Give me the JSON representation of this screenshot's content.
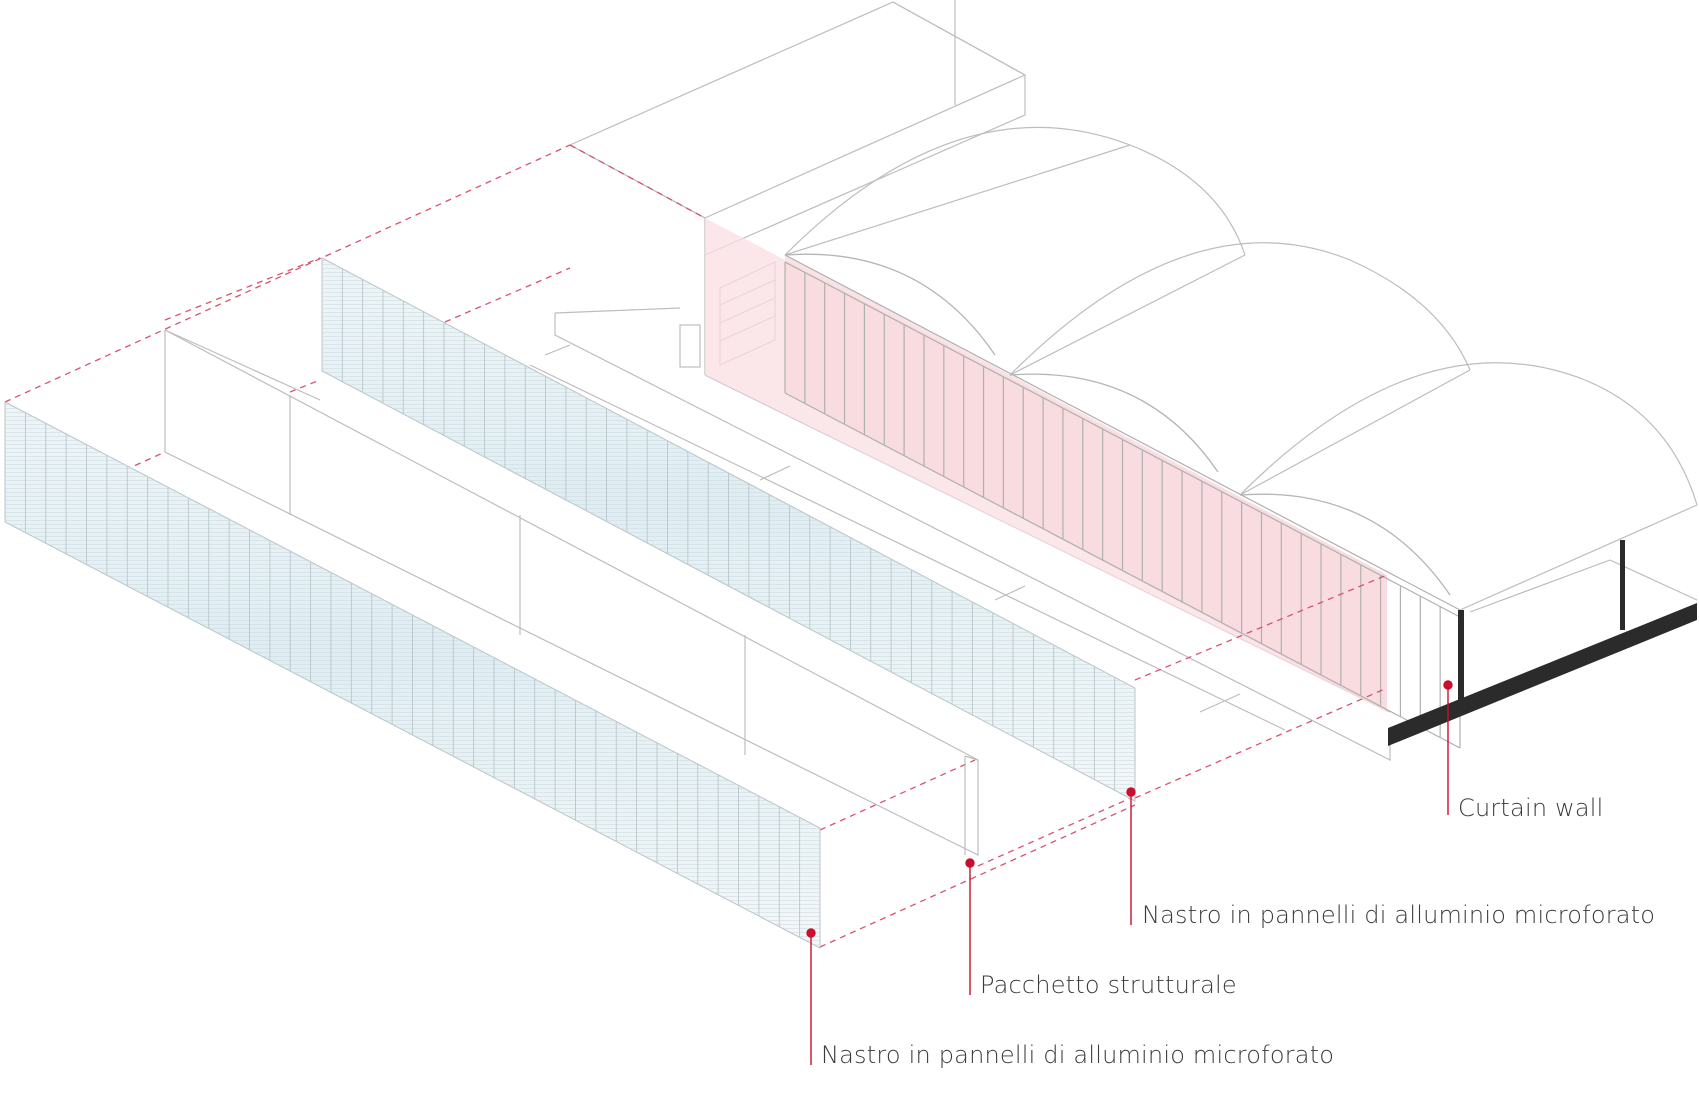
{
  "accent_color": "#c8102e",
  "callouts": [
    {
      "id": "curtain-wall",
      "text": "Curtain wall"
    },
    {
      "id": "nastro-back",
      "text": "Nastro in pannelli di alluminio microforato"
    },
    {
      "id": "pacchetto",
      "text": "Pacchetto strutturale"
    },
    {
      "id": "nastro-front",
      "text": "Nastro in pannelli di alluminio microforato"
    }
  ]
}
